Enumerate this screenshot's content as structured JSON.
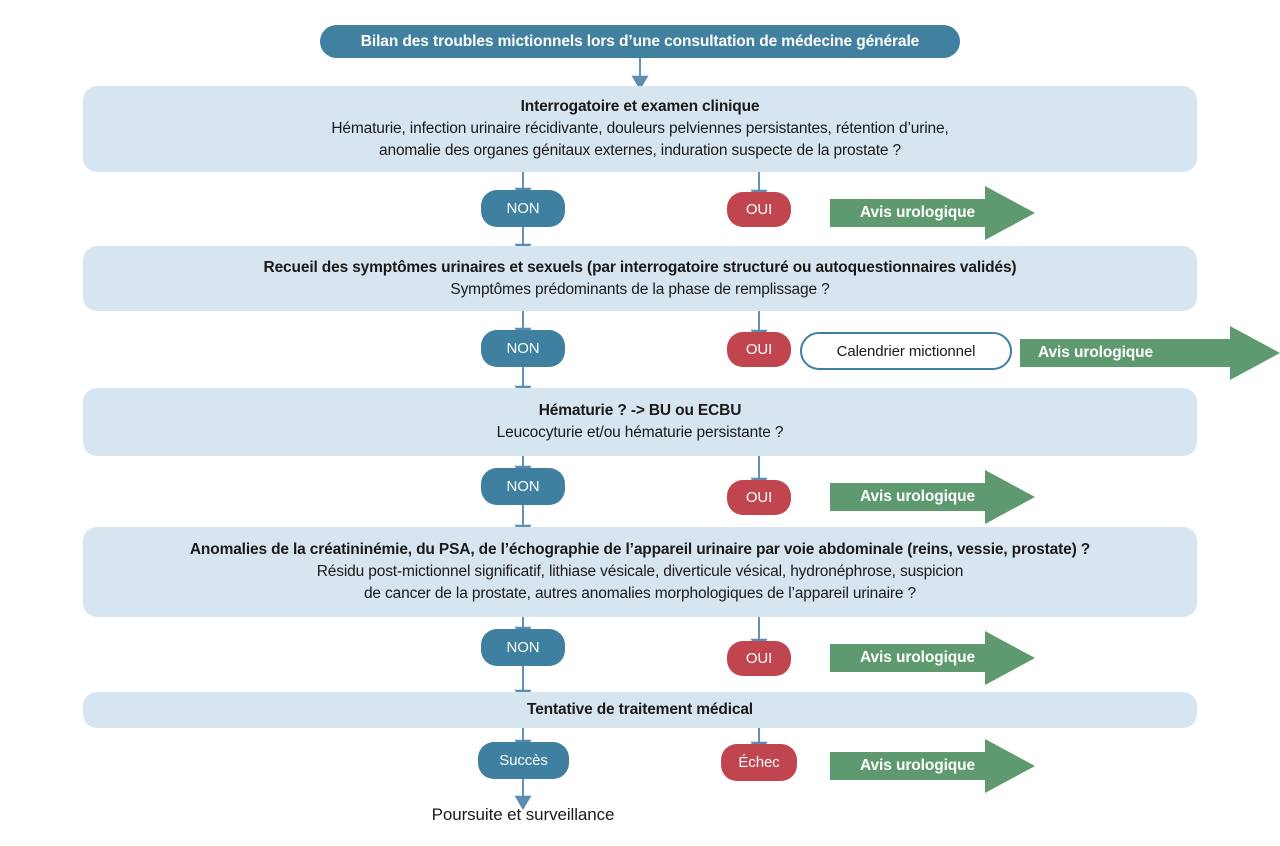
{
  "meta": {
    "title": "Bilan des troubles mictionnels lors d’une consultation de médecine générale",
    "language": "fr"
  },
  "colors": {
    "steel_blue": "#3f7fa0",
    "light_blue_box": "#d7e5f0",
    "crimson": "#c0454f",
    "green_arrow": "#5f9970",
    "text_dark": "#1a1a1a",
    "white": "#ffffff"
  },
  "start": {
    "label": "Bilan des troubles mictionnels lors d’une consultation de médecine générale"
  },
  "steps": [
    {
      "id": "step-1",
      "heading": "Interrogatoire et examen clinique",
      "lines": [
        "Hématurie, infection urinaire récidivante, douleurs pelviennes persistantes, rétention d’urine,",
        "anomalie des organes génitaux externes, induration suspecte de la prostate ?"
      ],
      "no_label": "NON",
      "yes_label": "OUI",
      "action_label": "Avis urologique"
    },
    {
      "id": "step-2",
      "heading": "Recueil des symptômes urinaires et sexuels (par interrogatoire structuré ou autoquestionnaires validés)",
      "lines": [
        "Symptômes prédominants de la phase de remplissage ?"
      ],
      "no_label": "NON",
      "yes_label": "OUI",
      "intermediate_label": "Calendrier mictionnel",
      "action_label": "Avis urologique"
    },
    {
      "id": "step-3",
      "heading": "Hématurie ? -> BU ou ECBU",
      "lines": [
        "Leucocyturie et/ou hématurie persistante ?"
      ],
      "no_label": "NON",
      "yes_label": "OUI",
      "action_label": "Avis urologique"
    },
    {
      "id": "step-4",
      "heading": "Anomalies de la créatininémie, du PSA, de l’échographie de l’appareil urinaire par voie abdominale (reins, vessie, prostate) ?",
      "lines": [
        "Résidu post-mictionnel significatif, lithiase vésicale, diverticule vésical, hydronéphrose, suspicion",
        "de cancer de la prostate, autres anomalies morphologiques de l’appareil urinaire ?"
      ],
      "no_label": "NON",
      "yes_label": "OUI",
      "action_label": "Avis urologique"
    },
    {
      "id": "step-5",
      "heading": "Tentative de traitement médical",
      "lines": [],
      "no_label": "Succès",
      "yes_label": "Échec",
      "action_label": "Avis urologique"
    }
  ],
  "outcome": {
    "label": "Poursuite et surveillance"
  }
}
